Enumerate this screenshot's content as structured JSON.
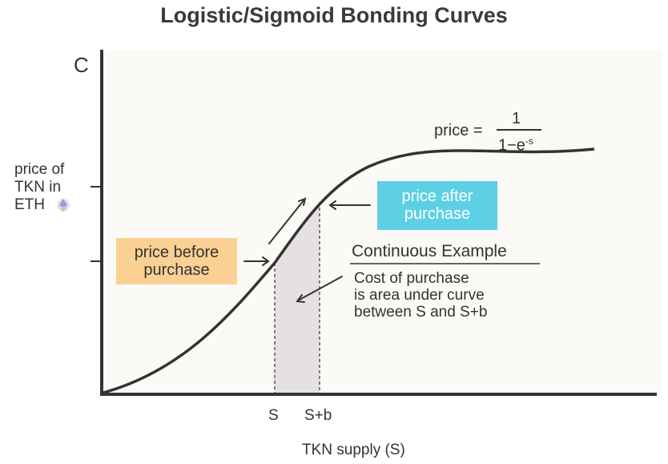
{
  "title": "Logistic/Sigmoid Bonding Curves",
  "axis": {
    "top_label": "C",
    "y_label_line1": "price of",
    "y_label_line2": "TKN in",
    "y_label_line3": "ETH",
    "x_label": "TKN supply (S)",
    "tick_s": "S",
    "tick_sb": "S+b"
  },
  "formula": {
    "lhs": "price =",
    "numerator": "1",
    "denominator_base": "1−e",
    "denominator_exp": "-s"
  },
  "callouts": {
    "before_line1": "price before",
    "before_line2": "purchase",
    "after_line1": "price after",
    "after_line2": "purchase"
  },
  "example": {
    "heading": "Continuous Example",
    "line1": "Cost of purchase",
    "line2": "is area under curve",
    "line3": "between S and S+b"
  },
  "colors": {
    "plot_bg": "#fcfaf6",
    "axis": "#333333",
    "before_box": "#fbd094",
    "after_box": "#5dd0e6",
    "shaded_area": "#e6e1e1"
  },
  "icons": {
    "eth": "ethereum-icon"
  }
}
